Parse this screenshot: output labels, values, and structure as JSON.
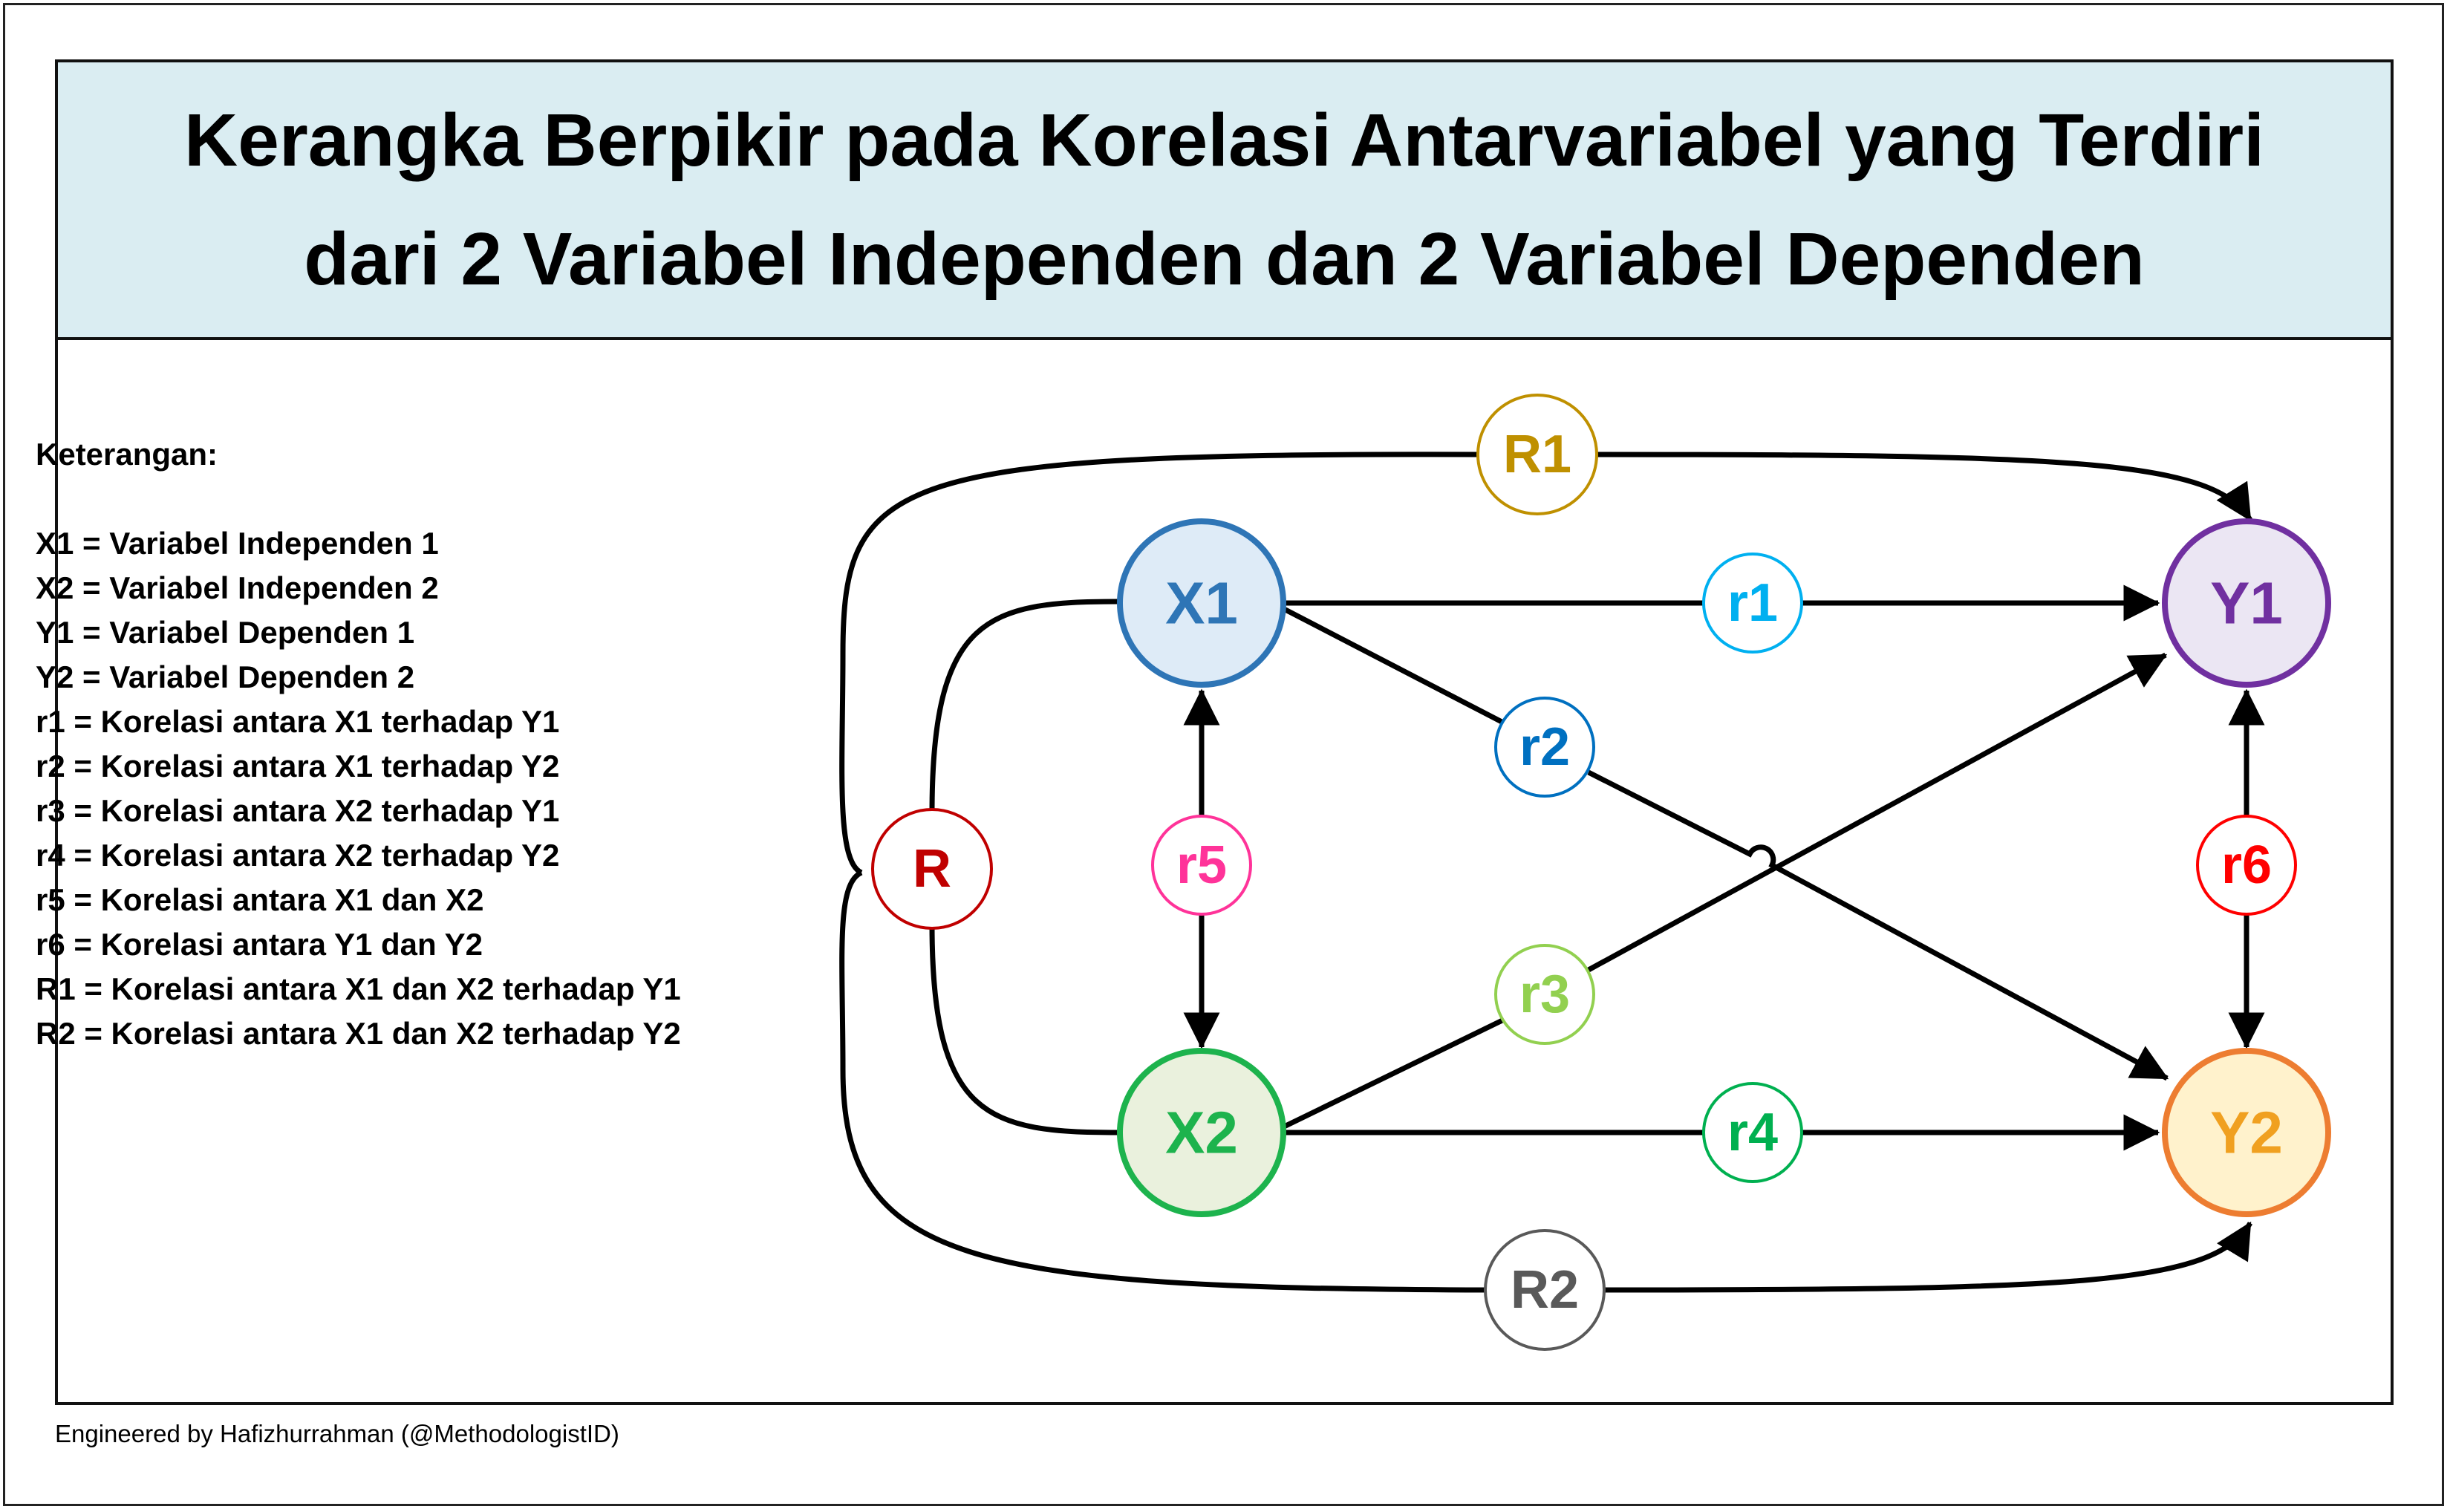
{
  "title": {
    "line1": "Kerangka Berpikir pada Korelasi Antarvariabel yang Terdiri",
    "line2": "dari 2 Variabel Independen dan 2 Variabel Dependen"
  },
  "legend": {
    "heading": "Keterangan:",
    "items": [
      "X1 = Variabel Independen 1",
      "X2 = Variabel Independen 2",
      "Y1 = Variabel Dependen 1",
      "Y2 = Variabel Dependen 2",
      "r1 = Korelasi antara X1 terhadap Y1",
      "r2 = Korelasi antara X1 terhadap Y2",
      "r3 = Korelasi antara X2 terhadap Y1",
      "r4 = Korelasi antara X2 terhadap Y2",
      "r5 = Korelasi antara X1 dan X2",
      "r6 = Korelasi antara Y1 dan Y2",
      "R1 = Korelasi antara X1 dan X2 terhadap Y1",
      "R2 = Korelasi antara X1 dan X2 terhadap Y2"
    ]
  },
  "nodes": {
    "x1": {
      "label": "X1",
      "stroke": "#2e75b6",
      "fill": "#deebf7",
      "text": "#2e75b6"
    },
    "x2": {
      "label": "X2",
      "stroke": "#1db34d",
      "fill": "#eaf1dd",
      "text": "#1db34d"
    },
    "y1": {
      "label": "Y1",
      "stroke": "#7030a0",
      "fill": "#ebe6f3",
      "text": "#7030a0"
    },
    "y2": {
      "label": "Y2",
      "stroke": "#ed7d31",
      "fill": "#fff2cc",
      "text": "#f0a020"
    }
  },
  "relations": {
    "r1": {
      "label": "r1",
      "color": "#00b0f0"
    },
    "r2": {
      "label": "r2",
      "color": "#0070c0"
    },
    "r3": {
      "label": "r3",
      "color": "#92d050"
    },
    "r4": {
      "label": "r4",
      "color": "#00b050"
    },
    "r5": {
      "label": "r5",
      "color": "#ff3399"
    },
    "r6": {
      "label": "r6",
      "color": "#ff0000"
    },
    "R": {
      "label": "R",
      "color": "#c00000"
    },
    "R1": {
      "label": "R1",
      "color": "#bf9000"
    },
    "R2": {
      "label": "R2",
      "color": "#595959"
    }
  },
  "credit": "Engineered by Hafizhurrahman (@MethodologistID)"
}
